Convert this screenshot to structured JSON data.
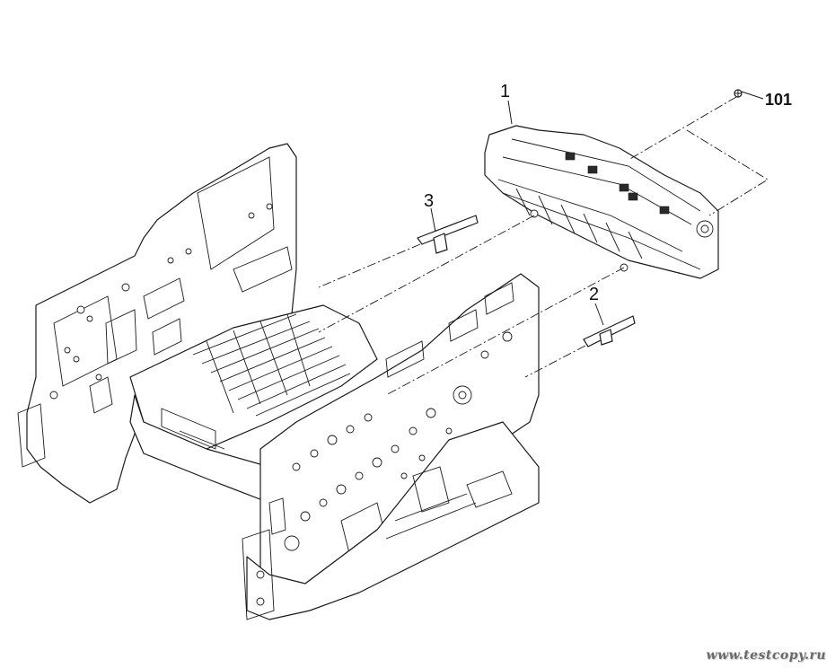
{
  "diagram": {
    "type": "exploded-parts-view",
    "subject": "Printer main frame with fuser unit",
    "callouts": [
      {
        "id": "callout-1",
        "label": "1",
        "part": "fuser-unit"
      },
      {
        "id": "callout-2",
        "label": "2",
        "part": "guide-right"
      },
      {
        "id": "callout-3",
        "label": "3",
        "part": "guide-left"
      },
      {
        "id": "callout-101",
        "label": "101",
        "part": "screw"
      }
    ]
  },
  "watermark": "www.testcopy.ru"
}
